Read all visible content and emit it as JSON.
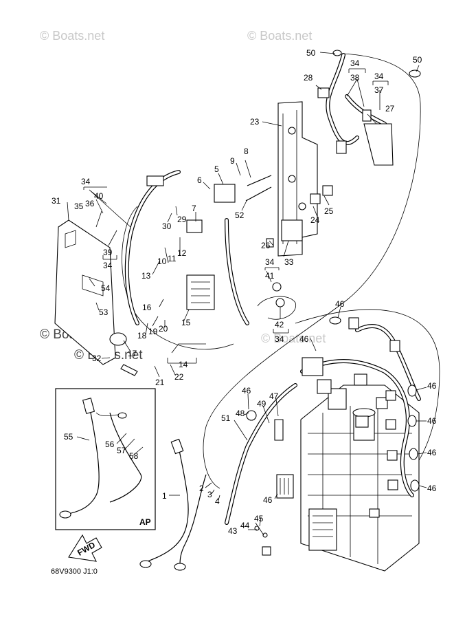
{
  "watermarks": {
    "top_left": "© Boats.net",
    "top_right": "© Boats.net",
    "left_mid": "© Boats.net",
    "bottom_mid": "© Boats.net",
    "center": "© Boats.net"
  },
  "callouts": {
    "n1": "1",
    "n2": "2",
    "n3": "3",
    "n4": "4",
    "n5": "5",
    "n6": "6",
    "n7": "7",
    "n8": "8",
    "n9": "9",
    "n10": "10",
    "n11": "11",
    "n12": "12",
    "n13": "13",
    "n14": "14",
    "n15": "15",
    "n16": "16",
    "n17": "17",
    "n18": "18",
    "n19": "19",
    "n20": "20",
    "n21": "21",
    "n22": "22",
    "n23": "23",
    "n24": "24",
    "n25": "25",
    "n26": "26",
    "n27": "27",
    "n28": "28",
    "n29": "29",
    "n30": "30",
    "n31": "31",
    "n32": "32",
    "n33": "33",
    "n34a": "34",
    "n34b": "34",
    "n34c": "34",
    "n34d": "34",
    "n34e": "34",
    "n35": "35",
    "n36": "36",
    "n37": "37",
    "n38": "38",
    "n39": "39",
    "n40": "40",
    "n41": "41",
    "n42": "42",
    "n43": "43",
    "n44": "44",
    "n45": "45",
    "n46a": "46",
    "n46b": "46",
    "n46c": "46",
    "n46d": "46",
    "n46e": "46",
    "n46f": "46",
    "n46g": "46",
    "n46h": "46",
    "n47": "47",
    "n48": "48",
    "n49": "49",
    "n50a": "50",
    "n50b": "50",
    "n51": "51",
    "n52": "52",
    "n53": "53",
    "n54": "54",
    "n55": "55",
    "n56": "56",
    "n57": "57",
    "n58": "58"
  },
  "inset": {
    "label": "AP"
  },
  "direction_arrow": {
    "label": "FWD"
  },
  "drawing_code": "68V9300 J1:0"
}
